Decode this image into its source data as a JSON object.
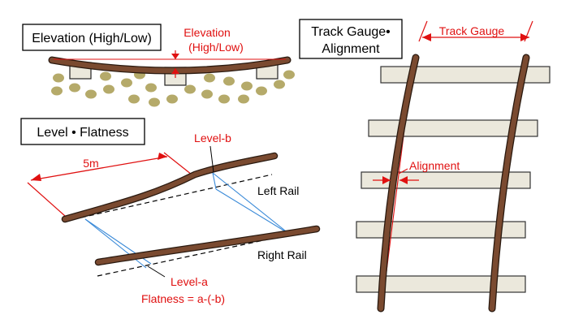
{
  "panels": {
    "elevation": {
      "title": "Elevation (High/Low)",
      "annotation_line1": "Elevation",
      "annotation_line2": "(High/Low)"
    },
    "level": {
      "title": "Level • Flatness",
      "distance": "5m",
      "level_b": "Level-b",
      "level_a": "Level-a",
      "left_rail": "Left Rail",
      "right_rail": "Right Rail",
      "flatness": "Flatness = a-(-b)"
    },
    "gauge": {
      "title_line1": "Track Gauge•",
      "title_line2": "Alignment",
      "track_gauge": "Track Gauge",
      "alignment": "Alignment"
    }
  },
  "colors": {
    "rail": "#7a4a30",
    "annotation": "#e01010",
    "measure": "#3a8ad8",
    "ballast": "#b5aa6a",
    "sleeper": "#ebe8dc"
  }
}
